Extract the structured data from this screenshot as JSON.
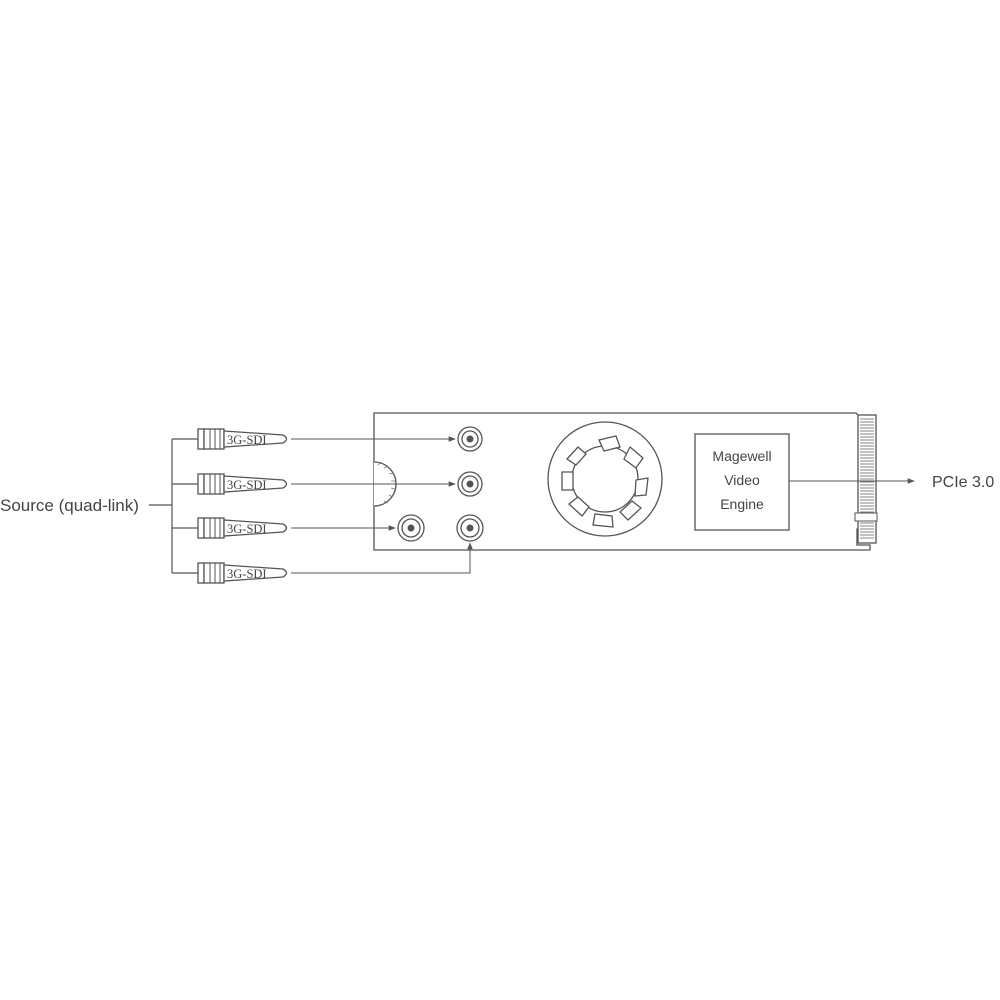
{
  "source_label": "Source (quad-link)",
  "output_label": "PCIe 3.0",
  "engine_label": [
    "Magewell",
    "Video",
    "Engine"
  ],
  "cables": [
    {
      "label": "3G-SDI"
    },
    {
      "label": "3G-SDI"
    },
    {
      "label": "3G-SDI"
    },
    {
      "label": "3G-SDI"
    }
  ]
}
